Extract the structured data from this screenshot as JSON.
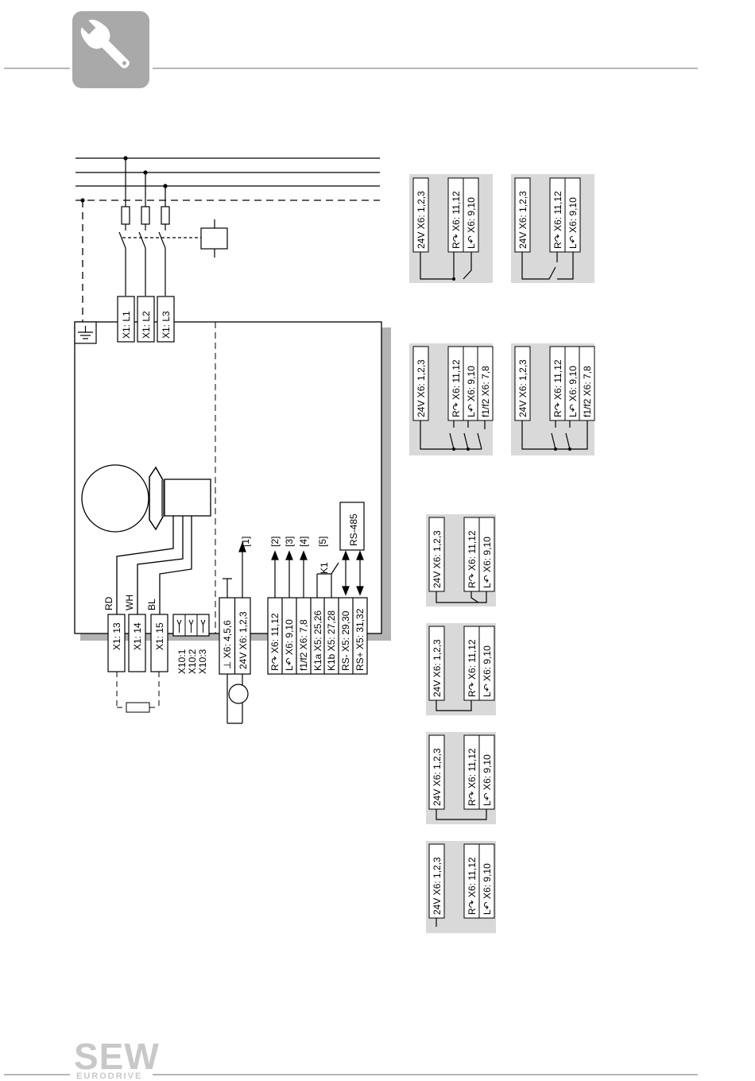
{
  "diagram": {
    "fuse_terminals": [
      "X1: L1",
      "X1: L2",
      "X1: L3"
    ],
    "brake_terminals": [
      {
        "color": "RD",
        "terminal": "X1: 13"
      },
      {
        "color": "WH",
        "terminal": "X1: 14"
      },
      {
        "color": "BL",
        "terminal": "X1: 15"
      }
    ],
    "x10_labels": [
      "X10:1",
      "X10:2",
      "X10:3"
    ],
    "x6_block": [
      "⊥   X6: 4,5,6",
      "24V X6: 1,2,3"
    ],
    "control_terminals": [
      "R↷ X6: 11,12",
      "L↶ X6: 9,10",
      "f1/f2 X6: 7,8",
      "K1a X5: 25,26",
      "K1b X5: 27,28",
      "RS-  X5: 29,30",
      "RS+ X5: 31,32"
    ],
    "note_markers": [
      "[1]",
      "[2]",
      "[3]",
      "[4]",
      "[5]"
    ],
    "rs485_label": "RS-485",
    "relay_label": "K1",
    "panels": {
      "p24v": "24V X6: 1,2,3",
      "pR": "R↷ X6: 11,12",
      "pL": "L↶ X6: 9,10",
      "pF": "f1/f2 X6: 7,8"
    }
  },
  "footer": {
    "logo": "SEW",
    "logo_sub": "EURODRIVE"
  },
  "colors": {
    "header_icon_bg": "#a9a9a9",
    "panel_bg": "#d9d9d9",
    "shadow": "#b3b3b3",
    "logo": "#c8c8c8"
  }
}
